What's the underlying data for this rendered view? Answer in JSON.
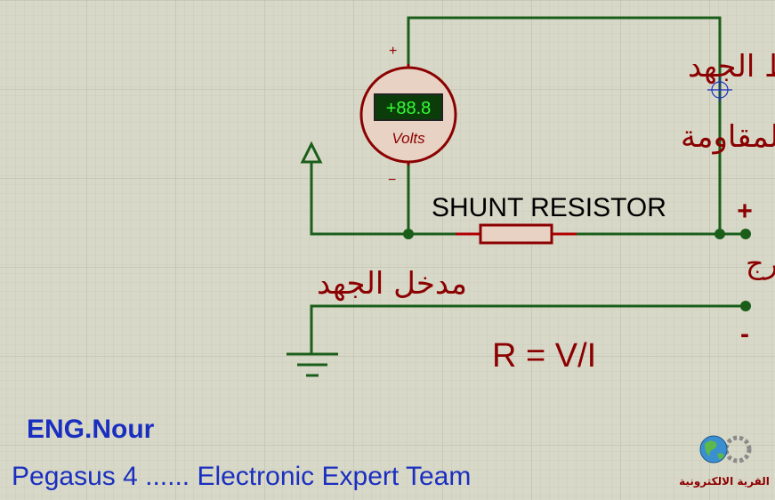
{
  "voltmeter": {
    "reading": "+88.8",
    "unit_label": "Volts",
    "plus_sign": "+",
    "minus_sign": "−"
  },
  "heading_line1": "قياس هبوط الجهد",
  "heading_line2": "على المقاومة",
  "resistor_label": "SHUNT RESISTOR",
  "output_label": "المخرج",
  "output_plus": "+",
  "output_minus": "-",
  "input_label": "مدخل الجهد",
  "formula": "R = V/I",
  "author": "ENG.Nour",
  "team": "Pegasus 4 ...... Electronic Expert Team",
  "logo": {
    "text": "القرية الالكترونية",
    "icon": "globe-gear-icon"
  },
  "colors": {
    "wire": "#1a5e1a",
    "component": "#8b0000",
    "text_red": "#8b0000",
    "text_blue": "#1a2fbf",
    "display_bg": "#0b3d0b",
    "display_text": "#33ff33",
    "meter_fill": "#e8d2c4"
  }
}
